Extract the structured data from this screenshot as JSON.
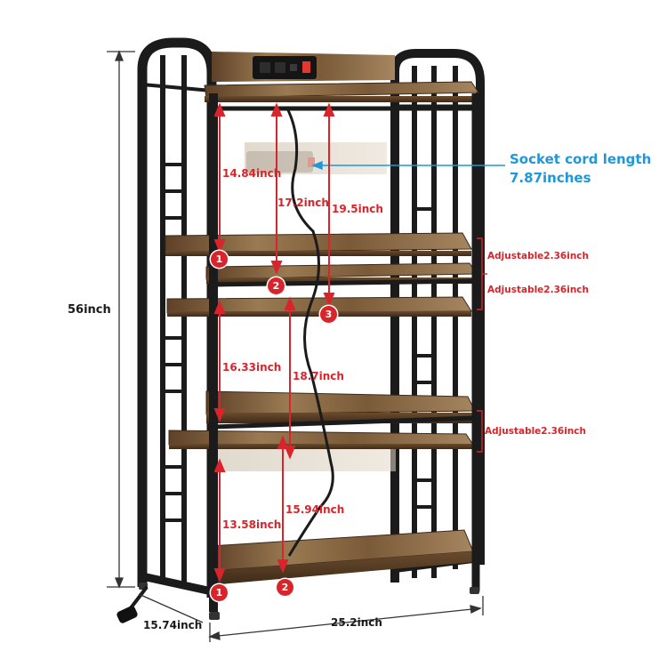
{
  "overall": {
    "height": "56inch",
    "width": "25.2inch",
    "depth": "15.74inch"
  },
  "socket": {
    "line1": "Socket cord length",
    "line2": "7.87inches"
  },
  "top_section": {
    "a": "14.84inch",
    "b": "17.2inch",
    "c": "19.5inch"
  },
  "middle_section": {
    "a": "16.33inch",
    "b": "18.7inch"
  },
  "bottom_section": {
    "a": "13.58inch",
    "b": "15.94inch"
  },
  "adjustable": {
    "first": "Adjustable2.36inch",
    "second": "Adjustable2.36inch",
    "third": "Adjustable2.36inch"
  },
  "badges": {
    "top_1": "1",
    "top_2": "2",
    "top_3": "3",
    "bottom_1": "1",
    "bottom_2": "2"
  },
  "colors": {
    "measure_red": "#d8242a",
    "socket_blue": "#1f97d8",
    "frame_black": "#1b1b1b",
    "wood": "#8a6a45"
  }
}
